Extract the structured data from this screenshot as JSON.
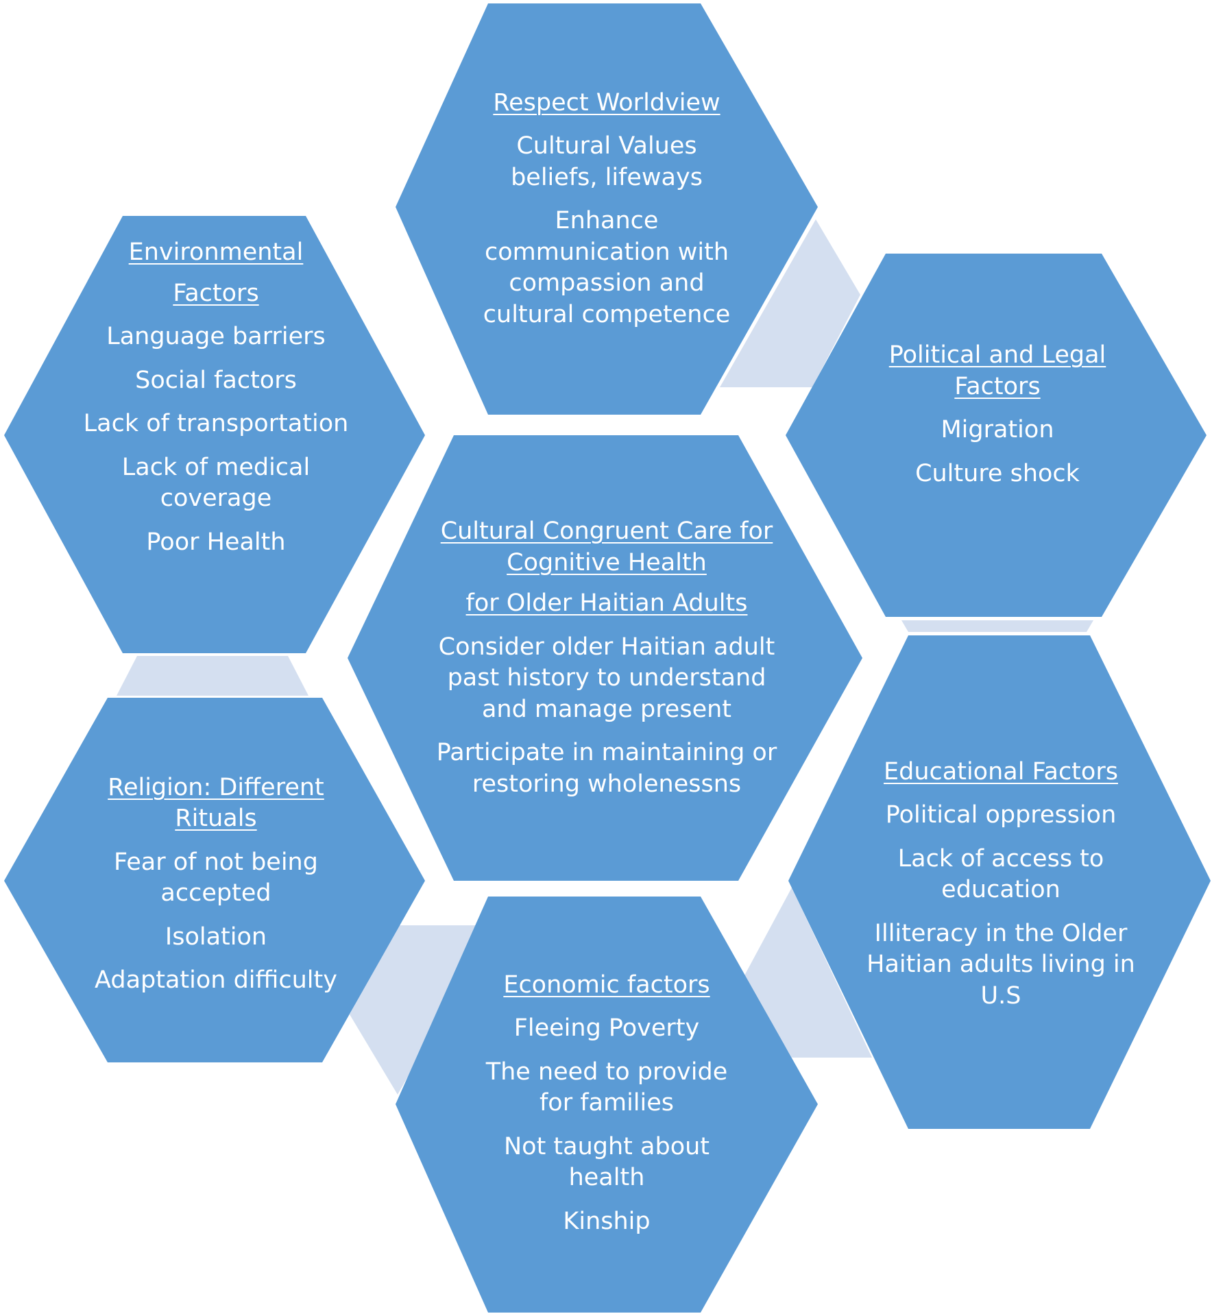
{
  "colors": {
    "hex_fill": "#5b9bd5",
    "connector_fill": "#d4dff0",
    "text": "#ffffff"
  },
  "hexagons": {
    "center": {
      "title": [
        "Cultural Congruent Care for Cognitive Health",
        "for Older Haitian Adults"
      ],
      "lines": [
        "Consider older Haitian adult past history to understand and manage present",
        "Participate  in maintaining or restoring  wholenessns"
      ]
    },
    "top": {
      "title": [
        "Respect Worldview"
      ],
      "lines": [
        "Cultural Values beliefs, lifeways",
        "Enhance communication with compassion and cultural competence"
      ]
    },
    "top_right": {
      "title": [
        "Political and Legal Factors"
      ],
      "lines": [
        "Migration",
        "Culture shock"
      ]
    },
    "bottom_right": {
      "title": [
        "Educational Factors"
      ],
      "lines": [
        "Political oppression",
        "Lack of access to education",
        "Illiteracy in the Older Haitian adults living in U.S"
      ]
    },
    "bottom": {
      "title": [
        "Economic factors"
      ],
      "lines": [
        "Fleeing Poverty",
        "The need to provide for families",
        "Not taught about health",
        "Kinship"
      ]
    },
    "bottom_left": {
      "title": [
        "Religion: Different Rituals"
      ],
      "lines": [
        "Fear of not being accepted",
        "Isolation",
        "Adaptation difficulty"
      ]
    },
    "top_left": {
      "title": [
        "Environmental",
        "Factors"
      ],
      "lines": [
        "Language barriers",
        "Social factors",
        "Lack of transportation",
        "Lack of medical coverage",
        "Poor Health"
      ]
    }
  }
}
